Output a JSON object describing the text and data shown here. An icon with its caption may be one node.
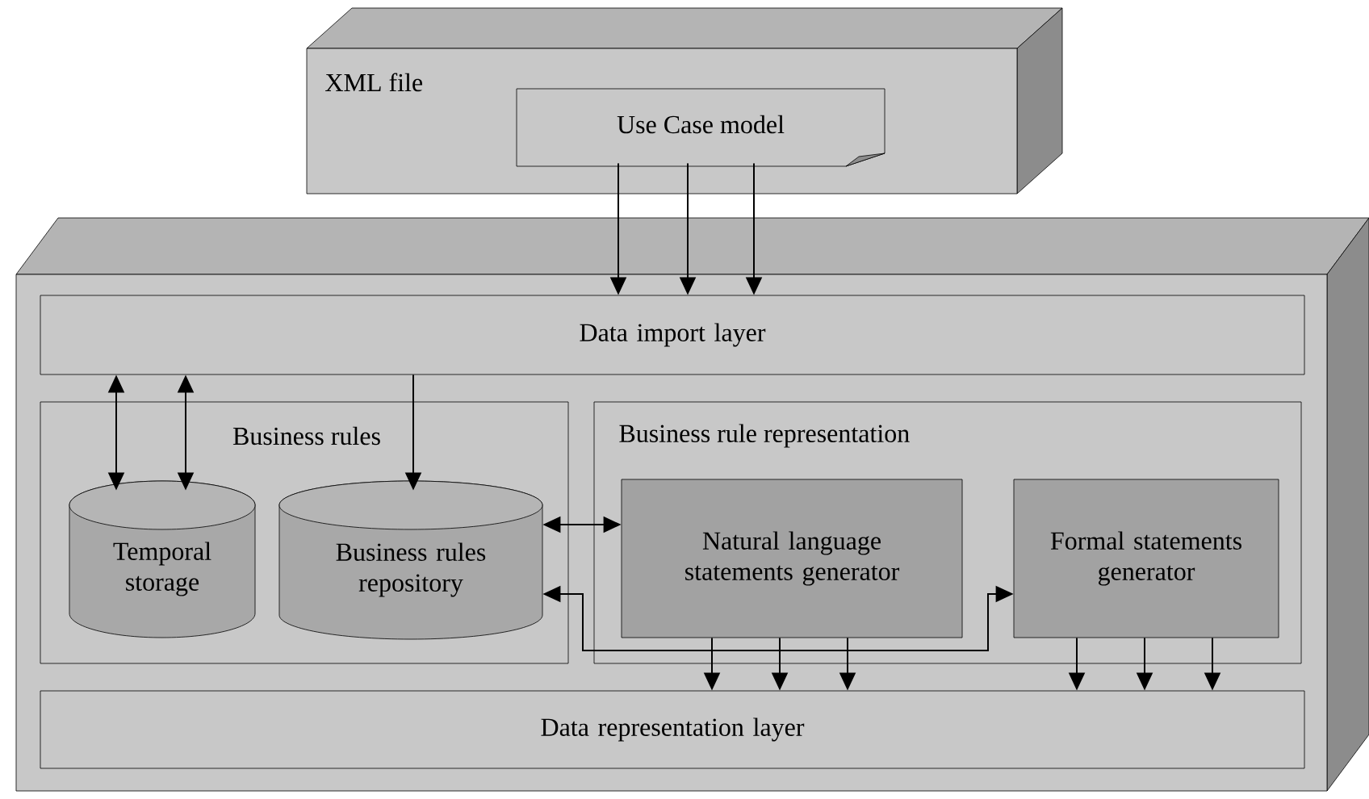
{
  "diagram": {
    "nodes": [
      {
        "text": [
          "XML file"
        ]
      },
      {
        "text": [
          "Use Case model"
        ],
        "in": 0
      },
      {
        "text": [],
        "shape": "box"
      },
      {
        "text": [
          "Data import layer"
        ],
        "in": 2
      },
      {
        "text": [
          "Business rules"
        ],
        "in": 2
      },
      {
        "text": [
          "Temporal storage"
        ],
        "in": 4
      },
      {
        "text": [
          "Business rules repository"
        ],
        "in": 4
      },
      {
        "text": [
          "Business rule representation"
        ],
        "in": 2
      },
      {
        "text": [
          "Natural language statements generator"
        ],
        "in": 7
      },
      {
        "text": [
          "Formal statements generator"
        ],
        "in": 7
      },
      {
        "text": [
          "Data representation layer"
        ],
        "in": 2
      }
    ],
    "edges": [
      {
        "from": 1,
        "to": 3,
        "arrow": "to"
      },
      {
        "from": 1,
        "to": 3,
        "arrow": "to"
      },
      {
        "from": 1,
        "to": 3,
        "arrow": "to"
      },
      {
        "from": 5,
        "to": 3,
        "arrow": "both"
      },
      {
        "from": 5,
        "to": 3,
        "arrow": "both"
      },
      {
        "from": 3,
        "to": 6,
        "arrow": "to"
      },
      {
        "from": 6,
        "to": 8,
        "arrow": "both"
      },
      {
        "from": 6,
        "to": 9,
        "arrow": "both"
      },
      {
        "from": 8,
        "to": 10,
        "arrow": "to"
      },
      {
        "from": 8,
        "to": 10,
        "arrow": "to"
      },
      {
        "from": 8,
        "to": 10,
        "arrow": "to"
      },
      {
        "from": 9,
        "to": 10,
        "arrow": "to"
      },
      {
        "from": 9,
        "to": 10,
        "arrow": "to"
      },
      {
        "from": 9,
        "to": 10,
        "arrow": "to"
      }
    ]
  }
}
